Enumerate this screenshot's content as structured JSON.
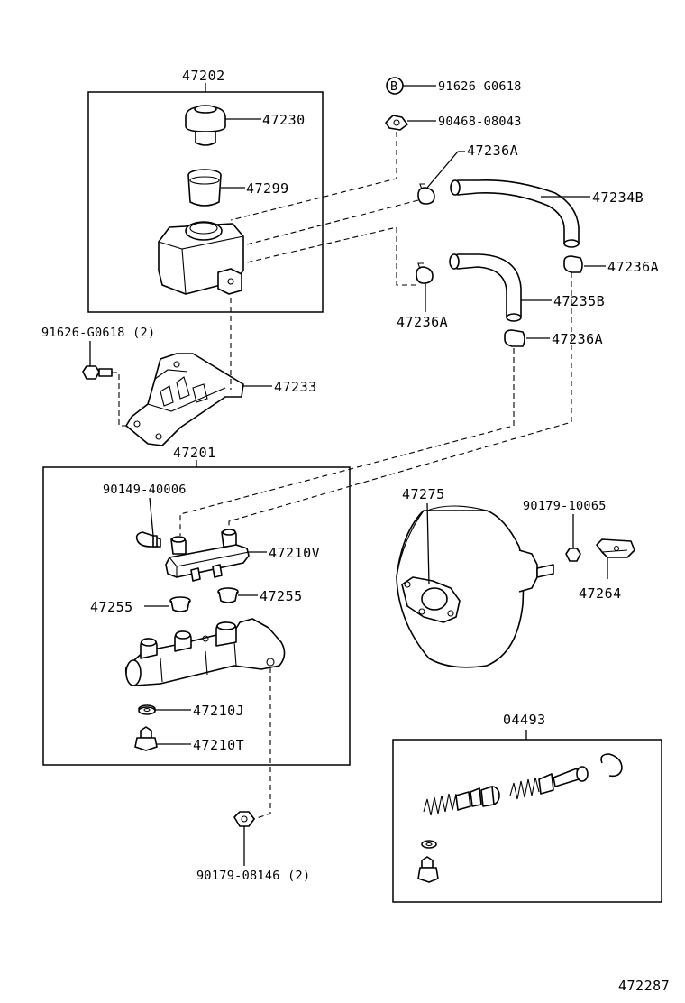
{
  "labels": {
    "reservoir_assy": "47202",
    "reservoir_cap": "47230",
    "reservoir_strainer": "47299",
    "clip_b_bolt": "91626-G0618",
    "clip_b_marker": "B",
    "clip_nut": "90468-08043",
    "hose_clamp_top": "47236A",
    "hose_upper": "47234B",
    "hose_clamp_right": "47236A",
    "hose_lower": "47235B",
    "hose_clamp_mid": "47236A",
    "hose_clamp_lower": "47236A",
    "bracket_bolt": "91626-G0618 (2)",
    "reservoir_bracket": "47233",
    "master_cylinder_assy": "47201",
    "union_bolt": "90149-40006",
    "union": "47210V",
    "grommet_left": "47255",
    "grommet_right": "47255",
    "gasket": "47210J",
    "plug": "47210T",
    "booster": "47275",
    "booster_nut": "90179-10065",
    "clevis": "47264",
    "repair_kit": "04493",
    "cylinder_nut": "90179-08146 (2)",
    "diagram_id": "472287"
  }
}
